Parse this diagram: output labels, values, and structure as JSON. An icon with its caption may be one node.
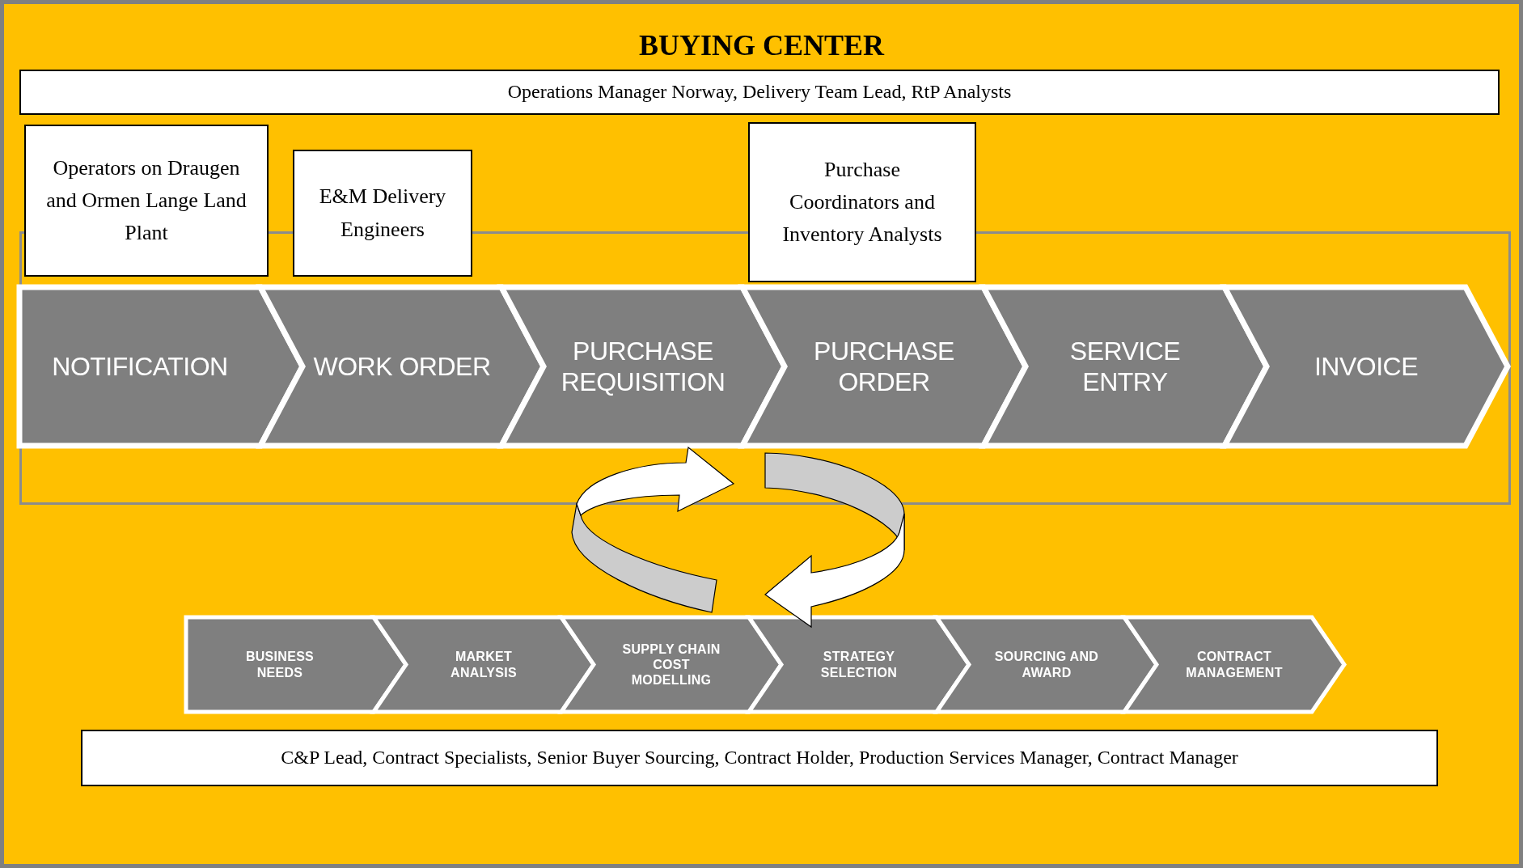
{
  "diagram": {
    "title": "BUYING CENTER",
    "nodes": [
      {
        "text": [
          "Operations Manager Norway, Delivery Team Lead, RtP Analysts"
        ]
      },
      {
        "text": [
          "Operators on Draugen and Ormen Lange Land Plant"
        ]
      },
      {
        "text": [
          "E&M Delivery Engineers"
        ]
      },
      {
        "text": [
          "Purchase Coordinators and Inventory Analysts"
        ]
      },
      {
        "text": [],
        "shape": "box"
      },
      {
        "text": [
          "NOTIFICATION"
        ],
        "in": 4
      },
      {
        "text": [
          "WORK ORDER"
        ],
        "in": 4
      },
      {
        "text": [
          "PURCHASE REQUISITION"
        ],
        "in": 4
      },
      {
        "text": [
          "PURCHASE ORDER"
        ],
        "in": 4
      },
      {
        "text": [
          "SERVICE ENTRY"
        ],
        "in": 4
      },
      {
        "text": [
          "INVOICE"
        ],
        "in": 4
      },
      {
        "text": [
          "BUSINESS NEEDS"
        ]
      },
      {
        "text": [
          "MARKET ANALYSIS"
        ]
      },
      {
        "text": [
          "SUPPLY CHAIN COST MODELLING"
        ]
      },
      {
        "text": [
          "STRATEGY SELECTION"
        ]
      },
      {
        "text": [
          "SOURCING AND AWARD"
        ]
      },
      {
        "text": [
          "CONTRACT MANAGEMENT"
        ]
      },
      {
        "text": [
          "C&P Lead, Contract Specialists, Senior Buyer Sourcing, Contract Holder, Production Services Manager, Contract Manager"
        ]
      }
    ]
  }
}
